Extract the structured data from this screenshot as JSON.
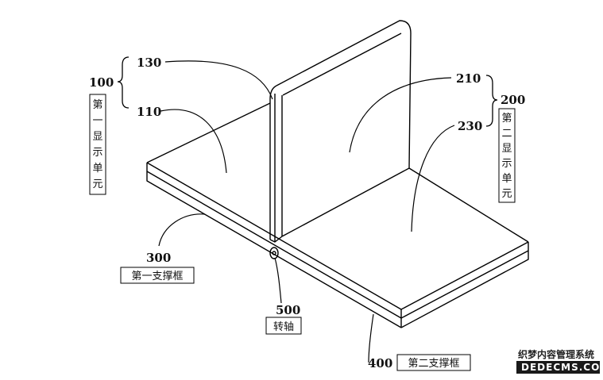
{
  "numerals": {
    "n100": "100",
    "n110": "110",
    "n130": "130",
    "n200": "200",
    "n210": "210",
    "n230": "230",
    "n300": "300",
    "n400": "400",
    "n500": "500"
  },
  "labels": {
    "first_display_unit": [
      "第",
      "一",
      "显",
      "示",
      "单",
      "元"
    ],
    "second_display_unit": [
      "第",
      "二",
      "显",
      "示",
      "单",
      "元"
    ],
    "first_support_frame": "第一支撑框",
    "hinge": "转轴",
    "second_support_frame": "第二支撑框"
  },
  "watermark": {
    "line1": "织梦内容管理系统",
    "line2": "DEDECMS.COM"
  }
}
